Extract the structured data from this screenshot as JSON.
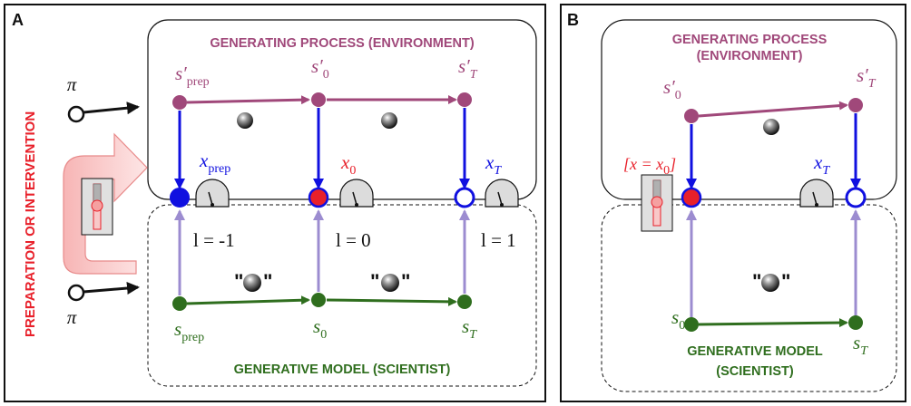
{
  "colors": {
    "environment": "#a0487a",
    "model": "#2f6e1e",
    "observation": "#1010e0",
    "prediction_arrow": "#9c8cd0",
    "intervention": "#e8202a",
    "intervention_fill": "#f8c8c8"
  },
  "panel_a": {
    "letter": "A",
    "env_title": "GENERATING PROCESS (ENVIRONMENT)",
    "model_title": "GENERATIVE MODEL (SCIENTIST)",
    "side_title": "PREPARATION OR INTERVENTION",
    "pi_top": "π",
    "pi_bottom": "π",
    "s_prime_prep": "s′",
    "s_prime_prep_sub": "prep",
    "s_prime_0": "s′",
    "s_prime_0_sub": "0",
    "s_prime_T": "s′",
    "s_prime_T_sub": "T",
    "x_prep": "x",
    "x_prep_sub": "prep",
    "x_0": "x",
    "x_0_sub": "0",
    "x_T": "x",
    "x_T_sub": "T",
    "l_prep": "l = -1",
    "l_0": "l = 0",
    "l_T": "l = 1",
    "s_prep": "s",
    "s_prep_sub": "prep",
    "s_0": "s",
    "s_0_sub": "0",
    "s_T": "s",
    "s_T_sub": "T",
    "quote_open": "\"",
    "quote_close": "\""
  },
  "panel_b": {
    "letter": "B",
    "env_title_1": "GENERATING PROCESS",
    "env_title_2": "(ENVIRONMENT)",
    "model_title_1": "GENERATIVE MODEL",
    "model_title_2": "(SCIENTIST)",
    "intervention_label": "[x = x",
    "intervention_sub": "0",
    "intervention_close": "]",
    "s_prime_0": "s′",
    "s_prime_0_sub": "0",
    "s_prime_T": "s′",
    "s_prime_T_sub": "T",
    "x_T": "x",
    "x_T_sub": "T",
    "s_0": "s",
    "s_0_sub": "0",
    "s_T": "s",
    "s_T_sub": "T",
    "quote_open": "\"",
    "quote_close": "\""
  }
}
